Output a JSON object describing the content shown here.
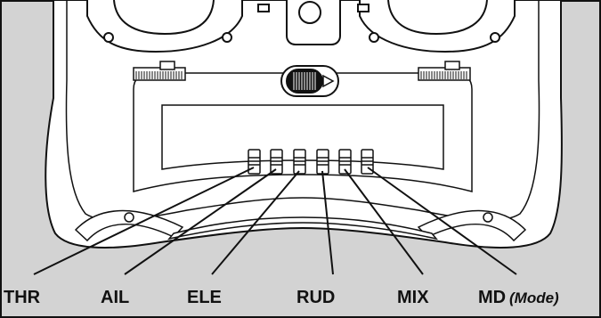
{
  "diagram": {
    "colors": {
      "background": "#d3d3d3",
      "body": "#ffffff",
      "line": "#111111"
    },
    "labels": {
      "thr": "THR",
      "ail": "AIL",
      "ele": "ELE",
      "rud": "RUD",
      "mix": "MIX",
      "md": "MD",
      "md_note": "(Mode)"
    }
  }
}
